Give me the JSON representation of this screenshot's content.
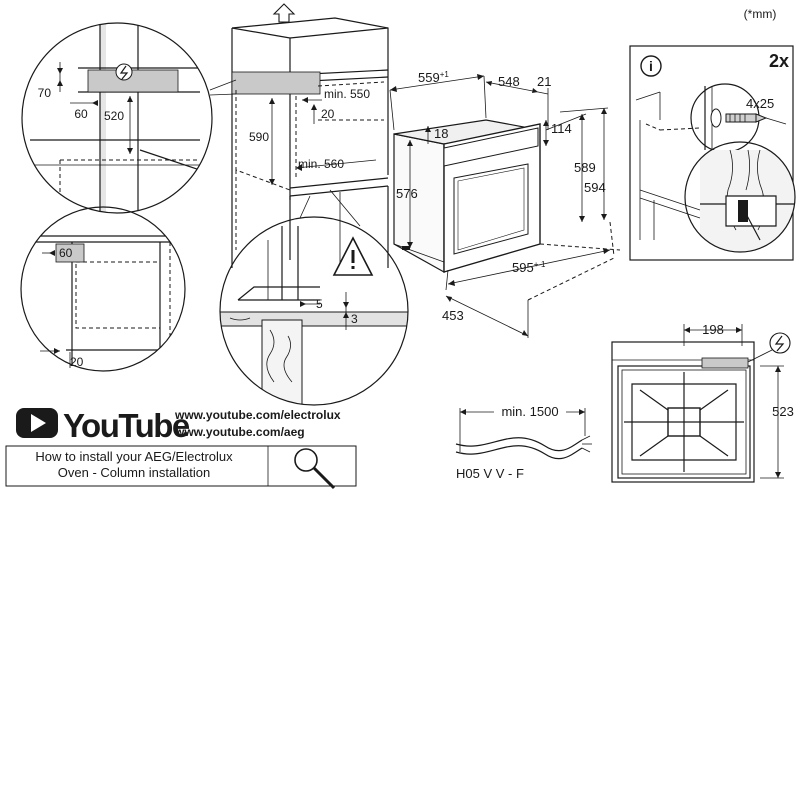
{
  "unit_note": "(*mm)",
  "detail_top_left": {
    "dim_70": "70",
    "dim_60": "60",
    "dim_520": "520"
  },
  "detail_mid_left": {
    "dim_60": "60",
    "dim_20": "20"
  },
  "cabinet": {
    "dim_590": "590",
    "dim_min550": "min. 550",
    "dim_20": "20",
    "dim_min560": "min. 560"
  },
  "detail_warning": {
    "dim_5": "5",
    "dim_3": "3"
  },
  "oven": {
    "dim_559": "559",
    "tol_559": "+1",
    "dim_548": "548",
    "dim_21": "21",
    "dim_18": "18",
    "dim_114": "114",
    "dim_576": "576",
    "dim_589": "589",
    "dim_594": "594",
    "dim_595": "595",
    "tol_595": "+-1",
    "dim_453": "453"
  },
  "screw_panel": {
    "count": "2x",
    "screw": "4x25"
  },
  "cable": {
    "min_length": "min. 1500",
    "type": "H05 V V - F"
  },
  "top_view": {
    "dim_198": "198",
    "dim_523": "523"
  },
  "youtube": {
    "brand": "YouTube",
    "url_1": "www.youtube.com/electrolux",
    "url_2": "www.youtube.com/aeg",
    "howto_line1": "How to install your AEG/Electrolux",
    "howto_line2": "Oven - Column installation"
  },
  "icons": [
    "info-icon",
    "warning-icon",
    "electric-icon",
    "magnifier-icon",
    "play-icon",
    "up-arrow-icon"
  ]
}
